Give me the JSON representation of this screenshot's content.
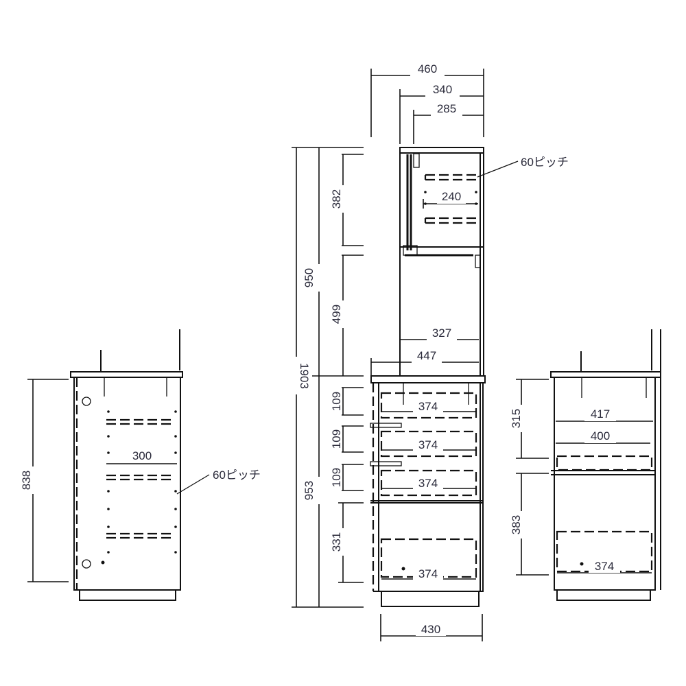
{
  "title": "Cabinet dimension drawing",
  "pitch_note": "60ピッチ",
  "front_view": {
    "width_total": "460",
    "width_upper": "340",
    "width_inner_upper": "285",
    "pitch_label": "60ピッチ",
    "shelf_width": "240",
    "height_total": "1903",
    "height_upper": "950",
    "height_upper_shelf": "382",
    "height_upper_open": "499",
    "width_open_inner": "327",
    "width_counter": "447",
    "height_lower": "953",
    "drawer_heights": [
      "109",
      "109",
      "109"
    ],
    "drawer_widths": [
      "374",
      "374",
      "374"
    ],
    "bottom_height": "331",
    "bottom_width": "374",
    "width_base": "430"
  },
  "left_view": {
    "height": "838",
    "shelf_width": "300",
    "pitch_label": "60ピッチ"
  },
  "right_view": {
    "height_upper": "315",
    "width_upper_outer": "417",
    "width_upper_inner": "400",
    "height_lower": "383",
    "width_lower": "374"
  }
}
